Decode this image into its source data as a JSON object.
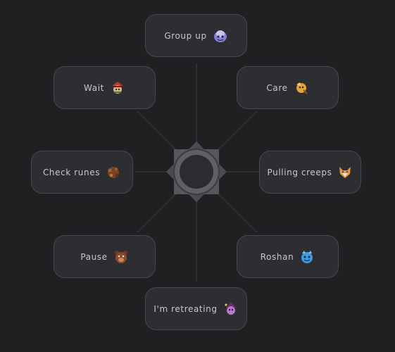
{
  "chat_wheel": {
    "center_icon": "diamond-ring-icon",
    "options": [
      {
        "label": "Group up",
        "icon": "purple-creature-icon"
      },
      {
        "label": "Care",
        "icon": "orange-hero-icon"
      },
      {
        "label": "Pulling creeps",
        "icon": "fox-face-icon"
      },
      {
        "label": "Roshan",
        "icon": "blue-creature-icon"
      },
      {
        "label": "I'm retreating",
        "icon": "witch-icon"
      },
      {
        "label": "Pause",
        "icon": "brown-bear-icon"
      },
      {
        "label": "Check runes",
        "icon": "brown-rune-icon"
      },
      {
        "label": "Wait",
        "icon": "red-hat-hero-icon"
      }
    ]
  },
  "colors": {
    "background": "#1f2022",
    "button_fill": "#2c2e31",
    "button_border": "#45484c",
    "text": "#c7c9cc",
    "spoke": "#34363a",
    "center": "#4a4c50"
  }
}
